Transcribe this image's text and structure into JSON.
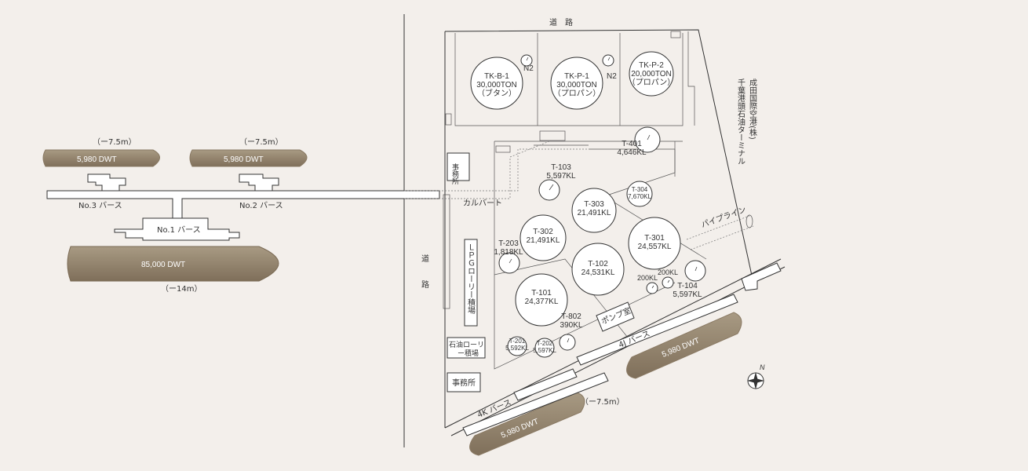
{
  "roads": {
    "top": "道　路",
    "left_a": "道",
    "left_b": "路"
  },
  "ships": {
    "no3": {
      "depth": "（ー7.5m）",
      "dwt": "5,980 DWT"
    },
    "no2": {
      "depth": "（ー7.5m）",
      "dwt": "5,980 DWT"
    },
    "no1": {
      "depth": "（ー14m）",
      "dwt": "85,000 DWT"
    },
    "4j": {
      "dwt": "5,980 DWT"
    },
    "4k": {
      "depth": "（ー7.5m）",
      "dwt": "5,980 DWT"
    }
  },
  "berths": {
    "no3": "No.3 バース",
    "no2": "No.2 バース",
    "no1": "No.1 バース",
    "4j": "4J バース",
    "4k": "4K バース"
  },
  "culvert": "カルバート",
  "pipeline": "パイプライン",
  "company": "成田国際空港(株)\n千葉港頭石油ターミナル",
  "buildings": {
    "office1": "事務所",
    "lpg": "ＬＰＧローリー積場",
    "oil_lorry": "石油ローリー積場",
    "office2": "事務所",
    "pump": "ポンプ室"
  },
  "tanks": [
    {
      "id": "TK-B-1",
      "cap": "30,000TON",
      "note": "（ブタン）"
    },
    {
      "id": "TK-P-1",
      "cap": "30,000TON",
      "note": "（プロパン）"
    },
    {
      "id": "TK-P-2",
      "cap": "20,000TON",
      "note": "（プロパン）"
    },
    {
      "id": "T-401",
      "cap": "4,646KL"
    },
    {
      "id": "T-103",
      "cap": "5,597KL"
    },
    {
      "id": "T-304",
      "cap": "7,670KL"
    },
    {
      "id": "T-303",
      "cap": "21,491KL"
    },
    {
      "id": "T-302",
      "cap": "21,491KL"
    },
    {
      "id": "T-203",
      "cap": "1,818KL"
    },
    {
      "id": "T-301",
      "cap": "24,557KL"
    },
    {
      "id": "T-102",
      "cap": "24,531KL"
    },
    {
      "id": "T-101",
      "cap": "24,377KL"
    },
    {
      "id": "T-104",
      "cap": "5,597KL"
    },
    {
      "id": "T-802",
      "cap": "390KL"
    },
    {
      "id": "T-201",
      "cap": "5,592KL"
    },
    {
      "id": "T-202",
      "cap": "5,597KL"
    }
  ],
  "small_tanks": [
    "200KL",
    "200KL"
  ],
  "n2": [
    "N2",
    "N2"
  ],
  "north": "N"
}
